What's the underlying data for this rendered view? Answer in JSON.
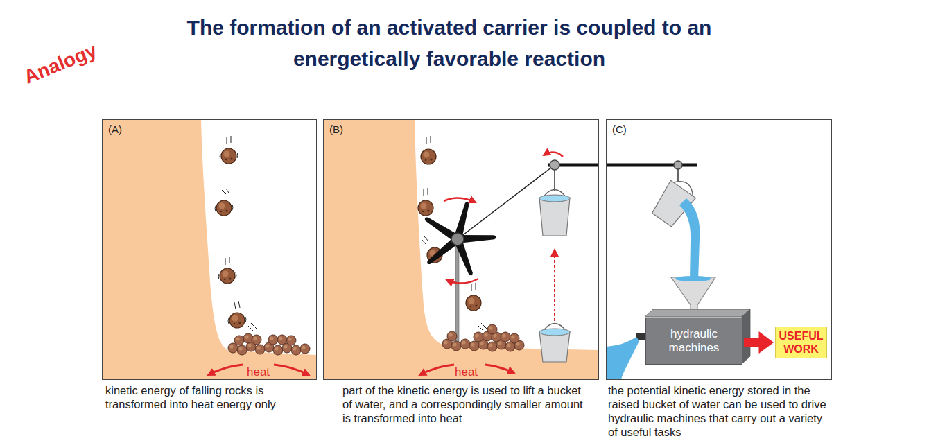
{
  "diagram": {
    "title": "The formation of an activated carrier is coupled to an energetically favorable reaction",
    "nodes": [
      {
        "text": [
          "(A)"
        ]
      },
      {
        "text": [
          "(B)"
        ]
      },
      {
        "text": [
          "(C)"
        ]
      },
      {
        "text": [
          "hydraulic machines"
        ],
        "in": 2
      },
      {
        "text": [
          "USEFUL WORK"
        ],
        "in": 2
      }
    ],
    "edges": [
      {
        "from": 3,
        "to": 4,
        "arrow": "to"
      }
    ],
    "labels": [
      "Analogy",
      "heat",
      "heat",
      "kinetic energy of falling rocks is transformed into heat energy only",
      "part of the kinetic energy is used to lift a bucket of water, and a correspondingly smaller amount is transformed into heat",
      "the potential kinetic energy stored in the raised bucket of water can be used to drive hydraulic machines that carry out a variety of useful tasks"
    ]
  }
}
